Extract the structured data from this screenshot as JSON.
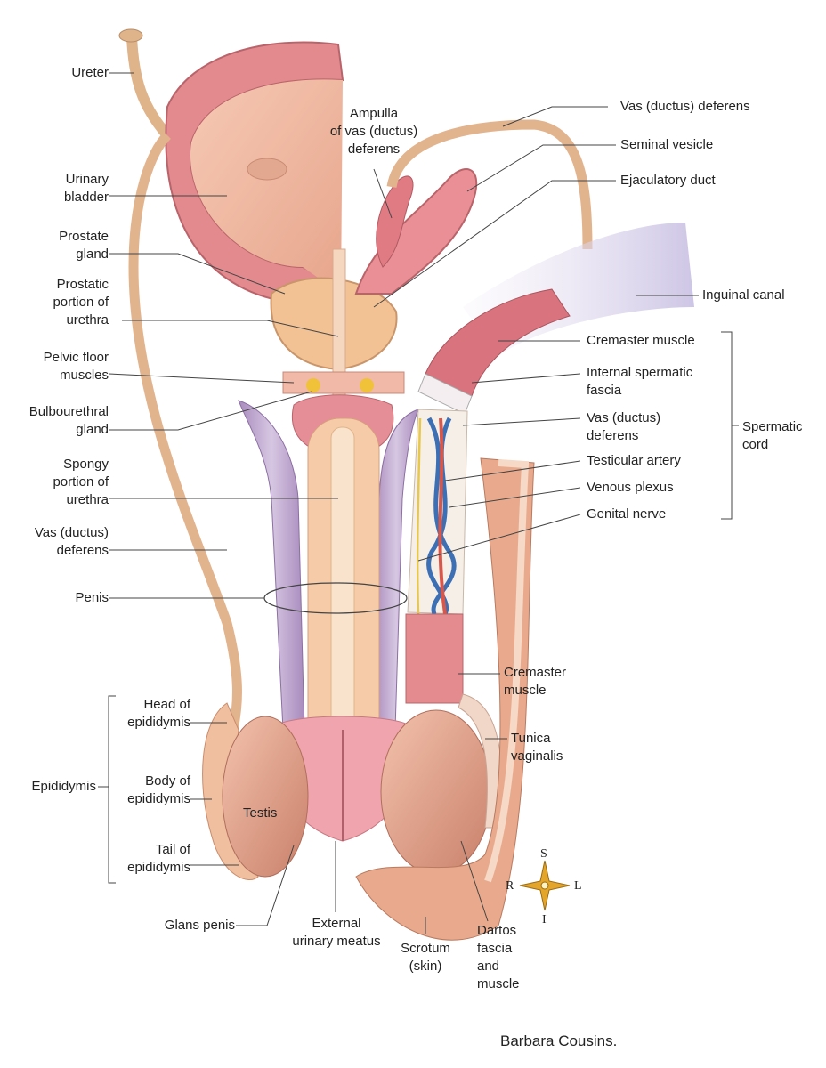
{
  "labels": {
    "ureter": "Ureter",
    "urinary_bladder": [
      "Urinary",
      "bladder"
    ],
    "prostate_gland": [
      "Prostate",
      "gland"
    ],
    "prostatic_urethra": [
      "Prostatic",
      "portion of",
      "urethra"
    ],
    "pelvic_floor": [
      "Pelvic floor",
      "muscles"
    ],
    "bulbourethral": [
      "Bulbourethral",
      "gland"
    ],
    "spongy_urethra": [
      "Spongy",
      "portion of",
      "urethra"
    ],
    "vas_left": [
      "Vas (ductus)",
      "deferens"
    ],
    "penis": "Penis",
    "head_epididymis": [
      "Head of",
      "epididymis"
    ],
    "epididymis": "Epididymis",
    "body_epididymis": [
      "Body of",
      "epididymis"
    ],
    "tail_epididymis": [
      "Tail of",
      "epididymis"
    ],
    "glans_penis": "Glans penis",
    "external_meatus": [
      "External",
      "urinary meatus"
    ],
    "testis": "Testis",
    "ampulla": [
      "Ampulla",
      "of vas (ductus)",
      "deferens"
    ],
    "vas_top": "Vas (ductus) deferens",
    "seminal_vesicle": "Seminal vesicle",
    "ejaculatory_duct": "Ejaculatory duct",
    "inguinal_canal": "Inguinal canal",
    "cremaster_top": "Cremaster muscle",
    "internal_fascia": [
      "Internal spermatic",
      "fascia"
    ],
    "vas_right": [
      "Vas (ductus)",
      "deferens"
    ],
    "testicular_artery": "Testicular artery",
    "venous_plexus": "Venous plexus",
    "genital_nerve": "Genital nerve",
    "spermatic_cord": [
      "Spermatic",
      "cord"
    ],
    "cremaster_low": [
      "Cremaster",
      "muscle"
    ],
    "tunica_vaginalis": [
      "Tunica",
      "vaginalis"
    ],
    "scrotum": [
      "Scrotum",
      "(skin)"
    ],
    "dartos": [
      "Dartos",
      "fascia",
      "and",
      "muscle"
    ]
  },
  "compass": {
    "superior": "S",
    "inferior": "I",
    "right": "R",
    "left": "L"
  },
  "credit": "Barbara Cousins.",
  "colors": {
    "bladder": "#e38a8f",
    "tissue": "#f2c4a4",
    "corpora": "#b9a0c8",
    "vein": "#3c6fb4",
    "artery": "#d8574a",
    "nerve": "#e8c84a",
    "skin": "#e9a98c"
  }
}
